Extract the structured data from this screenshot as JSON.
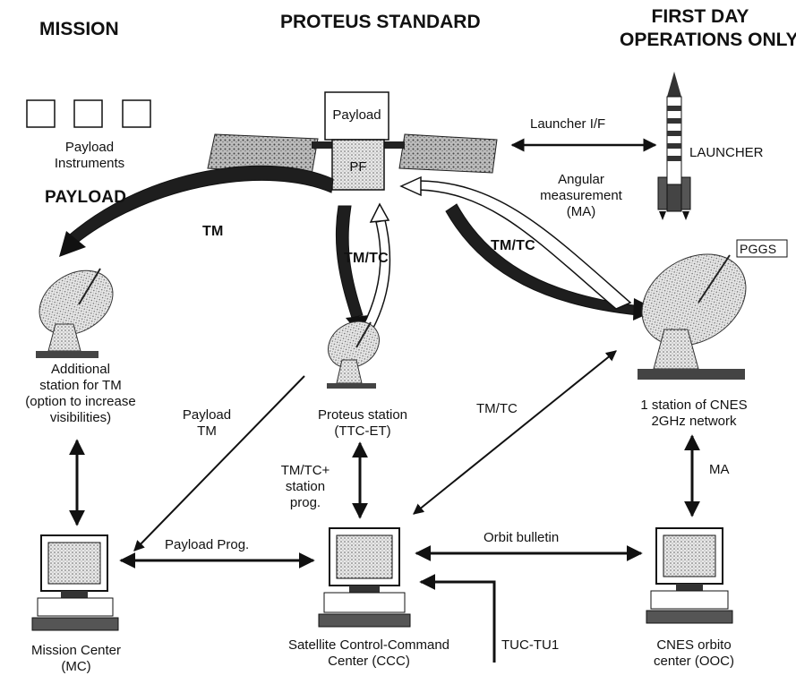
{
  "headers": {
    "mission": "MISSION",
    "proteus_standard": "PROTEUS STANDARD",
    "first_day_line1": "FIRST DAY",
    "first_day_line2": "OPERATIONS ONLY"
  },
  "satellite": {
    "payload_box": "Payload",
    "pf_box": "PF"
  },
  "mission_side": {
    "payload_instruments_line1": "Payload",
    "payload_instruments_line2": "Instruments",
    "payload_title": "PAYLOAD"
  },
  "launcher": {
    "interface_label": "Launcher I/F",
    "label": "LAUNCHER"
  },
  "angular": {
    "line1": "Angular",
    "line2": "measurement",
    "line3": "(MA)"
  },
  "links": {
    "tm_left": "TM",
    "tmtc_center": "TM/TC",
    "tmtc_right": "TM/TC",
    "tmtc_diag": "TM/TC",
    "payload_tm_line1": "Payload",
    "payload_tm_line2": "TM",
    "tmtc_station_line1": "TM/TC+",
    "tmtc_station_line2": "station",
    "tmtc_station_line3": "prog.",
    "ma": "MA",
    "payload_prog": "Payload Prog.",
    "orbit_bulletin": "Orbit bulletin",
    "tuc": "TUC-TU1"
  },
  "stations": {
    "pggs": "PGGS",
    "additional_line1": "Additional",
    "additional_line2": "station for TM",
    "additional_line3": "(option to increase",
    "additional_line4": "visibilities)",
    "proteus_line1": "Proteus station",
    "proteus_line2": "(TTC-ET)",
    "cnes_line1": "1 station of CNES",
    "cnes_line2": "2GHz network"
  },
  "centers": {
    "mc_line1": "Mission Center",
    "mc_line2": "(MC)",
    "ccc_line1": "Satellite Control-Command",
    "ccc_line2": "Center (CCC)",
    "ooc_line1": "CNES orbito",
    "ooc_line2": "center (OOC)"
  }
}
